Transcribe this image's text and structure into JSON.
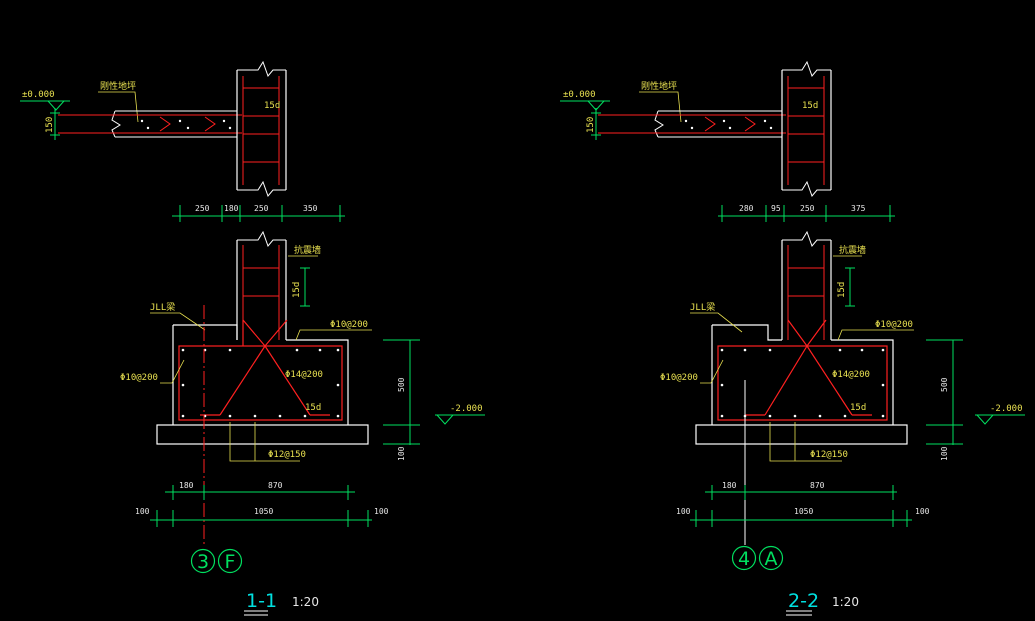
{
  "sections": [
    {
      "title": "1-1",
      "scale": "1:20",
      "elevation_top": "±0.000",
      "slab_label": "刚性地坪",
      "slab_thickness": "150",
      "wall_anchor_top": "15d",
      "dims_top": [
        "250",
        "180",
        "250",
        "350"
      ],
      "anti_seismic_label": "抗震墙",
      "anchor_vertical": "15d",
      "beam_label": "JLL梁",
      "rebar_top": "Φ10@200",
      "rebar_left": "Φ10@200",
      "rebar_diag": "Φ14@200",
      "anchor_inner": "15d",
      "rebar_bottom": "Φ12@150",
      "height_main": "500",
      "height_base": "100",
      "elevation_bottom": "-2.000",
      "dim_inner_left": "180",
      "dim_inner_main": "870",
      "dim_total_left": "100",
      "dim_total_main": "1050",
      "dim_total_right": "100",
      "axis_1": "3",
      "axis_2": "F"
    },
    {
      "title": "2-2",
      "scale": "1:20",
      "elevation_top": "±0.000",
      "slab_label": "刚性地坪",
      "slab_thickness": "150",
      "wall_anchor_top": "15d",
      "dims_top": [
        "280",
        "95",
        "250",
        "375"
      ],
      "anti_seismic_label": "抗震墙",
      "anchor_vertical": "15d",
      "beam_label": "JLL梁",
      "rebar_top": "Φ10@200",
      "rebar_left": "Φ10@200",
      "rebar_diag": "Φ14@200",
      "anchor_inner": "15d",
      "rebar_bottom": "Φ12@150",
      "height_main": "500",
      "height_base": "100",
      "elevation_bottom": "-2.000",
      "dim_inner_left": "180",
      "dim_inner_main": "870",
      "dim_total_left": "100",
      "dim_total_main": "1050",
      "dim_total_right": "100",
      "axis_1": "4",
      "axis_2": "A"
    }
  ],
  "colors": {
    "background": "#000000",
    "concrete": "#ffffff",
    "rebar": "#ff2020",
    "dimension": "#00e060",
    "text": "#e8e050",
    "title": "#00e0e0"
  }
}
